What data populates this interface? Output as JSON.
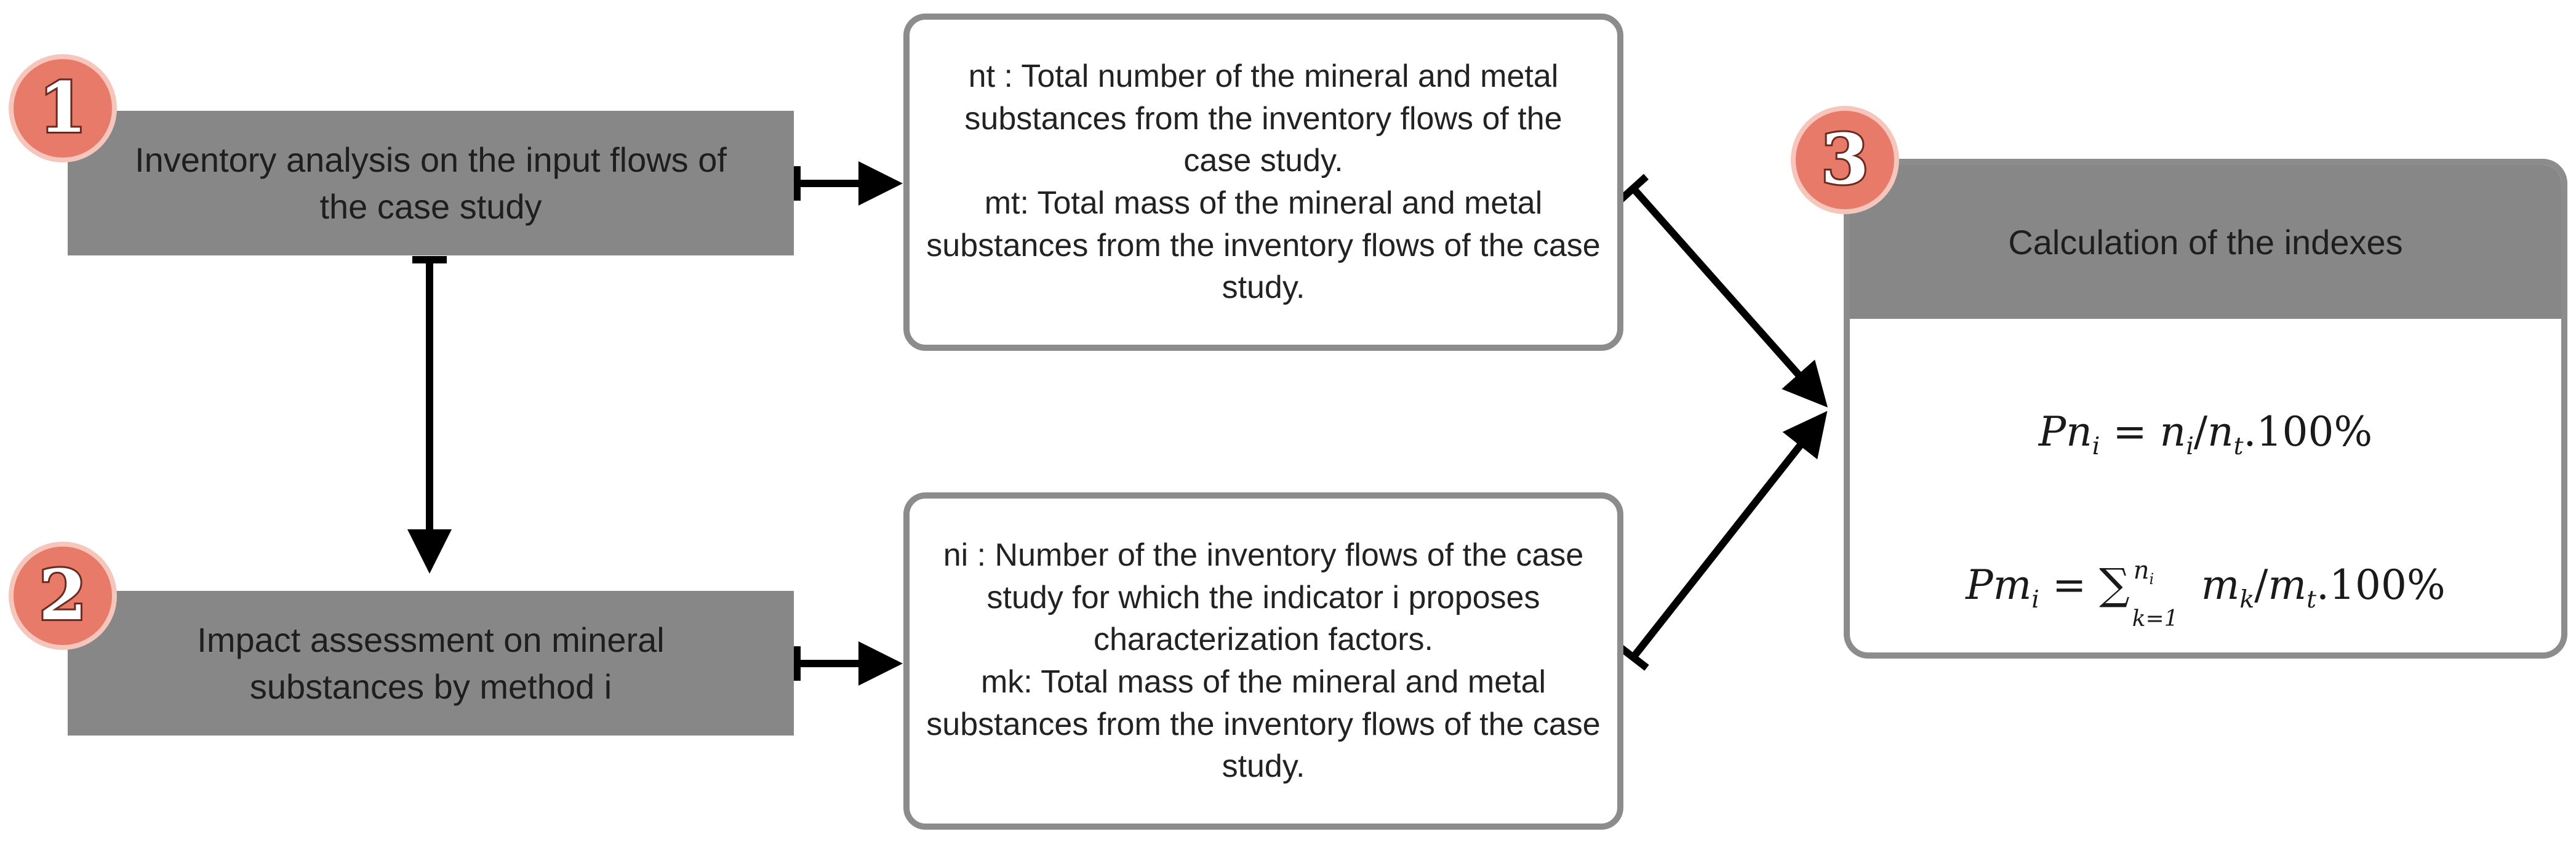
{
  "steps": [
    {
      "number": "1",
      "text": "Inventory analysis on the input flows of the case study"
    },
    {
      "number": "2",
      "text": "Impact assessment on mineral substances by method i"
    },
    {
      "number": "3",
      "text": "Calculation of the indexes"
    }
  ],
  "definitions_top": {
    "line1": "nt : Total number of the mineral and metal substances from the inventory flows of the case study.",
    "line2": "mt: Total mass of the mineral and metal substances from the inventory flows of the case study."
  },
  "definitions_bottom": {
    "line1": "ni : Number of the inventory flows of the case study for which the indicator i proposes characterization factors.",
    "line2": "mk: Total mass of the mineral and metal substances from the inventory flows of the case study."
  },
  "formulas": {
    "pn_lhs": "Pn",
    "pn_lhs_sub": "i",
    "eq": "=",
    "pn_num": "n",
    "pn_num_sub": "i",
    "pn_den": "n",
    "pn_den_sub": "t",
    "pct": ".100%",
    "pm_lhs": "Pm",
    "pm_lhs_sub": "i",
    "sum_symbol": "∑",
    "sum_upper": "n",
    "sum_upper_sub": "i",
    "sum_lower": "k=1",
    "pm_num": "m",
    "pm_num_sub": "k",
    "pm_den": "m",
    "pm_den_sub": "t"
  },
  "colors": {
    "gray_fill": "#878787",
    "border_gray": "#8c8c8c",
    "badge_fill": "#e77a68",
    "badge_outline": "#6b2a20",
    "arrow": "#000000"
  }
}
